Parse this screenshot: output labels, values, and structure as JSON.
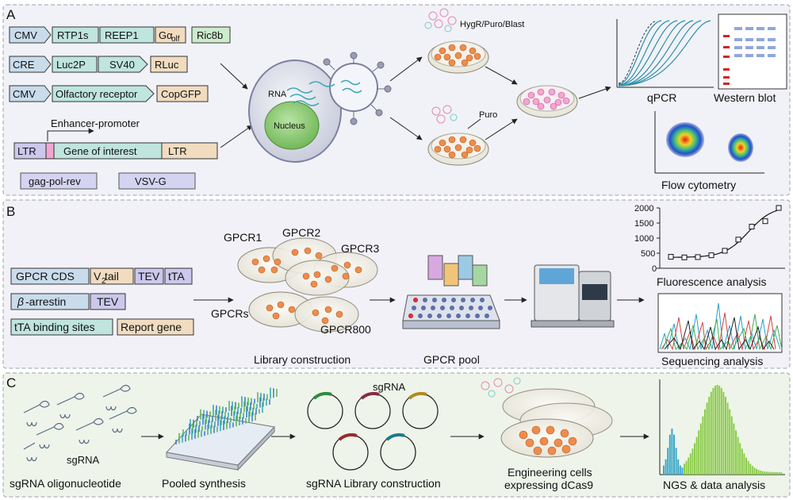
{
  "panels": {
    "a": "A",
    "b": "B",
    "c": "C"
  },
  "panel_a": {
    "construct1": [
      "CMV",
      "RTP1s",
      "REEP1",
      "Gα",
      "olf",
      "Ric8b"
    ],
    "construct2": [
      "CRE",
      "Luc2P",
      "SV40",
      "RLuc"
    ],
    "construct3": [
      "CMV",
      "Olfactory receptor",
      "CopGFP"
    ],
    "enhancer_label": "Enhancer-promoter",
    "construct4": [
      "LTR",
      "Gene of interest",
      "LTR"
    ],
    "helper1": "gag-pol-rev",
    "helper2": "VSV-G",
    "cell_rna": "RNA",
    "nucleus": "Nucleus",
    "selection_top": "HygR/Puro/Blast",
    "selection_bottom": "Puro",
    "outputs": [
      "qPCR",
      "Western blot",
      "Flow cytometry"
    ]
  },
  "panel_b": {
    "construct1": [
      "GPCR CDS",
      "V",
      "2",
      " tail",
      "TEV",
      "tTA"
    ],
    "construct2": [
      "β",
      "-arrestin",
      "TEV"
    ],
    "construct3": [
      "tTA binding sites",
      "Report gene"
    ],
    "dish_labels": [
      "GPCR1",
      "GPCR2",
      "GPCR3",
      "GPCRs",
      "GPCR800"
    ],
    "steps": [
      "Library construction",
      "GPCR pool"
    ],
    "outputs": [
      "Fluorescence analysis",
      "Sequencing analysis"
    ],
    "y_ticks": [
      "2000",
      "1500",
      "1000",
      "500",
      "0"
    ]
  },
  "panel_c": {
    "sgrna": "sgRNA",
    "steps": [
      "sgRNA oligonucleotide",
      "Pooled synthesis",
      "sgRNA Library construction",
      "Engineering cells",
      "expressing dCas9",
      "NGS & data analysis"
    ]
  },
  "chart_data": {
    "type": "scatter",
    "title": "",
    "xlabel": "",
    "ylabel": "",
    "ylim": [
      0,
      2000
    ],
    "x": [
      1,
      2,
      3,
      4,
      5,
      6,
      7,
      8,
      9
    ],
    "values": [
      380,
      360,
      370,
      430,
      580,
      950,
      1380,
      1560,
      2000
    ]
  },
  "colors": {
    "panel_a_bg": "#f1f2f7",
    "panel_b_bg": "#f3f1f8",
    "panel_c_bg": "#eef4ea",
    "cmv": "#c9dcec",
    "teal": "#bfe5de",
    "tan": "#f1dcc0",
    "green": "#cdeccd",
    "lavender": "#cbc8ec",
    "pink": "#f2a6cf",
    "orange": "#ee9f6c"
  }
}
